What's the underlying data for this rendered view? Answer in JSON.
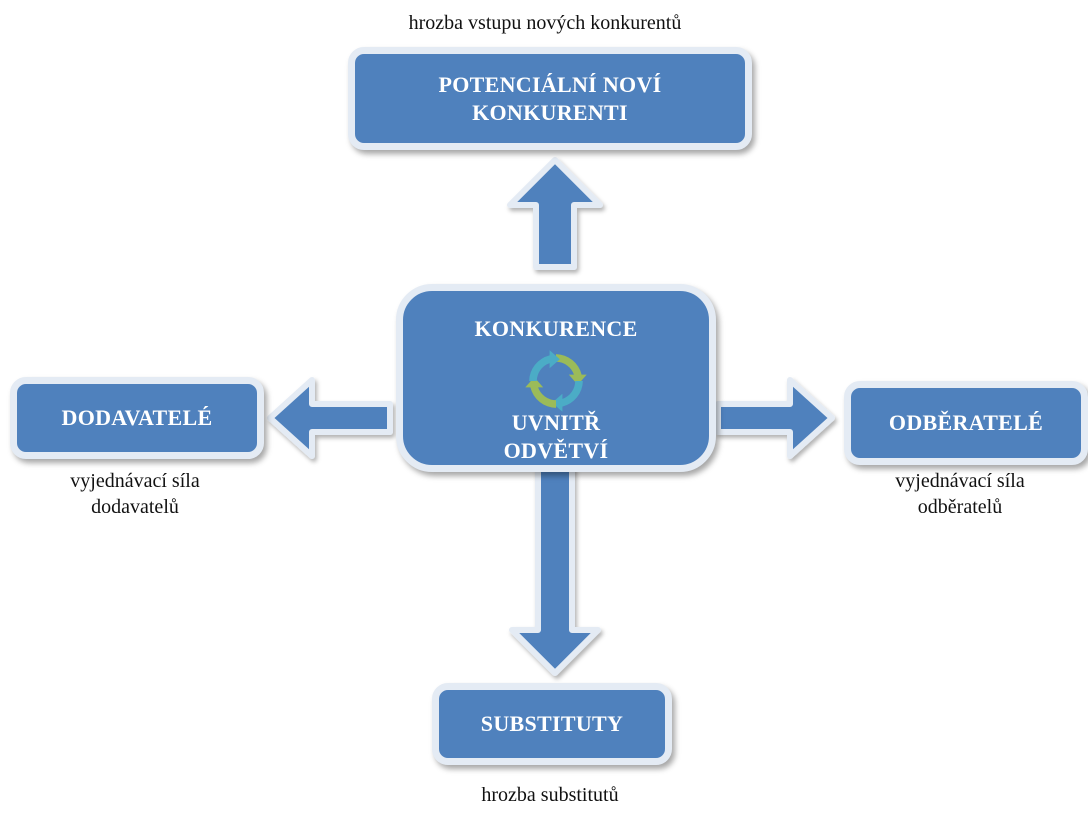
{
  "captions": {
    "top": "hrozba vstupu nových konkurentů",
    "left_line1": "vyjednávací síla",
    "left_line2": "dodavatelů",
    "right_line1": "vyjednávací síla",
    "right_line2": "odběratelů",
    "bottom": "hrozba substitutů"
  },
  "boxes": {
    "top_line1": "POTENCIÁLNÍ NOVÍ",
    "top_line2": "KONKURENTI",
    "left": "DODAVATELÉ",
    "right": "ODBĚRATELÉ",
    "bottom": "SUBSTITUTY",
    "center_line1": "KONKURENCE",
    "center_line2": "UVNITŘ",
    "center_line3": "ODVĚTVÍ"
  },
  "colors": {
    "box_fill": "#4f81bd",
    "box_border": "#e4ebf4",
    "cycle_blue": "#4bacc6",
    "cycle_green": "#9bbb59"
  }
}
